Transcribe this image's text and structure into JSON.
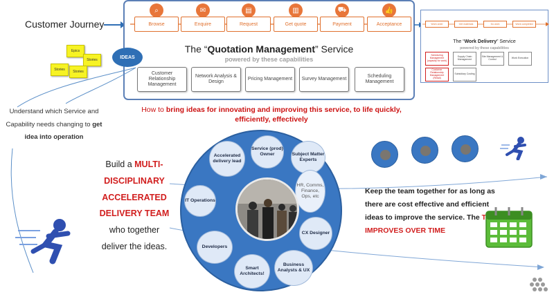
{
  "customer_journey_label": "Customer Journey",
  "journey_steps": [
    {
      "label": "Browse",
      "icon": "search-icon",
      "glyph": "⌕"
    },
    {
      "label": "Enquire",
      "icon": "mail-icon",
      "glyph": "✉"
    },
    {
      "label": "Request",
      "icon": "clipboard-icon",
      "glyph": "▤"
    },
    {
      "label": "Get quote",
      "icon": "document-icon",
      "glyph": "▥"
    },
    {
      "label": "Payment",
      "icon": "cart-icon",
      "glyph": "⛟"
    },
    {
      "label": "Acceptance",
      "icon": "thumbs-up-icon",
      "glyph": "👍"
    }
  ],
  "service_title_prefix": "The “",
  "service_title_bold": "Quotation Management",
  "service_title_suffix": "” Service",
  "service_subtitle": "powered by these capabilities",
  "capabilities": [
    "Customer Relationship Management",
    "Network Analysis & Design",
    "Pricing Management",
    "Survey Management",
    "Scheduling Management"
  ],
  "work_delivery": {
    "steps": [
      "Work order",
      "Get materials",
      "Do work",
      "Work completed"
    ],
    "title_prefix": "The “",
    "title_bold": "Work Delivery",
    "title_suffix": "” Service",
    "subtitle": "powered by these capabilities",
    "capabilities": [
      "Scheduling Management (capacity for work)",
      "Supply Chain Management",
      "Site Management & Control",
      "Work Execution",
      "Customer Relationship Management (Retail)",
      "Subsidiary Costing"
    ]
  },
  "ideas_label": "IDEAS",
  "stickies": [
    "Epics",
    "Stories",
    "Stories",
    "Stories"
  ],
  "understand_text_1": "Understand which Service and Capability needs changing to ",
  "understand_text_bold": "get idea into operation",
  "howto_text_1": "How to ",
  "howto_text_bold": "bring ideas for innovating and improving this service, to life quickly, efficiently, effectively",
  "build_text_1": "Build ",
  "build_text_a": "a ",
  "build_red": "MULTI-DISCIPLINARY ACCELERATED DELIVERY TEAM",
  "build_text_2": " who together deliver the ideas.",
  "keep_text_1": "Keep the team together for as long as there are cost effective and efficient ideas to improve the service.  The ",
  "keep_red": "TEAM IMPROVES OVER TIME",
  "team_roles": [
    "Accelerated delivery lead",
    "Service (prod) Owner",
    "Subject Matter Experts",
    "HR, Comms, Finance, Ops, etc",
    "IT Operations",
    "CX Designer",
    "Developers",
    "Business Analysts & UX",
    "Smart Architects!"
  ],
  "colors": {
    "accent_orange": "#e0702d",
    "panel_blue": "#5b7fb6",
    "team_blue": "#3a77c2",
    "emphasis_red": "#d11d1d"
  }
}
